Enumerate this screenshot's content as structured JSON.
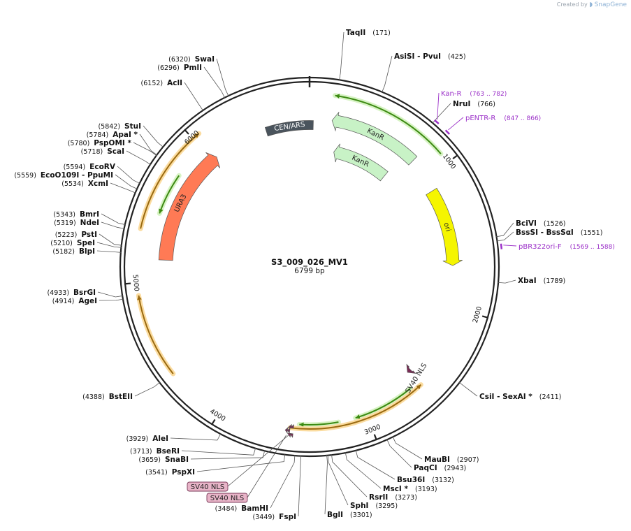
{
  "credit": {
    "prefix": "Created by",
    "brand": "SnapGene"
  },
  "plasmid": {
    "name": "S3_009_026_MV1",
    "length": "6799 bp",
    "total_bp": 6799
  },
  "colors": {
    "backbone": "#222222",
    "enzyme_line": "#555555",
    "primer": "#9b30c8",
    "primer_line": "#9b30c8",
    "cen_ars": "#4a545d",
    "kanr": "#c8f2c6",
    "ori": "#f5f500",
    "ura3": "#ff7a55",
    "orf_green": "#3c8a12",
    "orf_orange": "#9a6a10",
    "nls": "#7a2a55",
    "tag_fill": "#e8b4c8"
  },
  "ticks": [
    {
      "label": "1000",
      "bp": 1000
    },
    {
      "label": "2000",
      "bp": 2000
    },
    {
      "label": "3000",
      "bp": 3000
    },
    {
      "label": "4000",
      "bp": 4000
    },
    {
      "label": "5000",
      "bp": 5000
    },
    {
      "label": "6000",
      "bp": 6000
    }
  ],
  "enzymes": [
    {
      "name": "TaqII",
      "pos": "(171)",
      "bp": 171
    },
    {
      "name": "AsiSI  - PvuI",
      "pos": "(425)",
      "bp": 425
    },
    {
      "name": "NruI",
      "pos": "(766)",
      "bp": 766
    },
    {
      "name": "BciVI",
      "pos": "(1526)",
      "bp": 1526
    },
    {
      "name": "BssSI  - BssSαI",
      "pos": "(1551)",
      "bp": 1551
    },
    {
      "name": "XbaI",
      "pos": "(1789)",
      "bp": 1789
    },
    {
      "name": "CsiI  - SexAI *",
      "pos": "(2411)",
      "bp": 2411
    },
    {
      "name": "MauBI",
      "pos": "(2907)",
      "bp": 2907
    },
    {
      "name": "PaqCI",
      "pos": "(2943)",
      "bp": 2943
    },
    {
      "name": "Bsu36I",
      "pos": "(3132)",
      "bp": 3132
    },
    {
      "name": "MscI *",
      "pos": "(3193)",
      "bp": 3193
    },
    {
      "name": "RsrII",
      "pos": "(3273)",
      "bp": 3273
    },
    {
      "name": "SphI",
      "pos": "(3295)",
      "bp": 3295
    },
    {
      "name": "BglI",
      "pos": "(3301)",
      "bp": 3301
    },
    {
      "name": "FspI",
      "pos": "(3449)",
      "bp": 3449
    },
    {
      "name": "BamHI",
      "pos": "(3484)",
      "bp": 3484
    },
    {
      "name": "PspXI",
      "pos": "(3541)",
      "bp": 3541
    },
    {
      "name": "SnaBI",
      "pos": "(3659)",
      "bp": 3659
    },
    {
      "name": "BseRI",
      "pos": "(3713)",
      "bp": 3713
    },
    {
      "name": "AleI",
      "pos": "(3929)",
      "bp": 3929
    },
    {
      "name": "BstEII",
      "pos": "(4388)",
      "bp": 4388
    },
    {
      "name": "AgeI",
      "pos": "(4914)",
      "bp": 4914
    },
    {
      "name": "BsrGI",
      "pos": "(4933)",
      "bp": 4933
    },
    {
      "name": "BlpI",
      "pos": "(5182)",
      "bp": 5182
    },
    {
      "name": "SpeI",
      "pos": "(5210)",
      "bp": 5210
    },
    {
      "name": "PstI",
      "pos": "(5223)",
      "bp": 5223
    },
    {
      "name": "NdeI",
      "pos": "(5319)",
      "bp": 5319
    },
    {
      "name": "BmrI",
      "pos": "(5343)",
      "bp": 5343
    },
    {
      "name": "XcmI",
      "pos": "(5534)",
      "bp": 5534
    },
    {
      "name": "EcoO109I  - PpuMI",
      "pos": "(5559)",
      "bp": 5559
    },
    {
      "name": "EcoRV",
      "pos": "(5594)",
      "bp": 5594
    },
    {
      "name": "ScaI",
      "pos": "(5718)",
      "bp": 5718
    },
    {
      "name": "PspOMI *",
      "pos": "(5780)",
      "bp": 5780
    },
    {
      "name": "ApaI *",
      "pos": "(5784)",
      "bp": 5784
    },
    {
      "name": "StuI",
      "pos": "(5842)",
      "bp": 5842
    },
    {
      "name": "AclI",
      "pos": "(6152)",
      "bp": 6152
    },
    {
      "name": "PmlI",
      "pos": "(6296)",
      "bp": 6296
    },
    {
      "name": "SwaI",
      "pos": "(6320)",
      "bp": 6320
    }
  ],
  "primers": [
    {
      "name": "Kan-R",
      "range": "(763 .. 782)",
      "start": 763,
      "end": 782
    },
    {
      "name": "pENTR-R",
      "range": "(847 .. 866)",
      "start": 847,
      "end": 866
    },
    {
      "name": "pBR322ori-F",
      "range": "(1569 .. 1588)",
      "start": 1569,
      "end": 1588
    }
  ],
  "features": [
    {
      "name": "CEN/ARS",
      "start": 6465,
      "end": 6799,
      "dir": 0,
      "type": "cen"
    },
    {
      "name": "KanR",
      "start": 165,
      "end": 835,
      "dir": -1,
      "type": "kanr"
    },
    {
      "name": "KanR",
      "start": 225,
      "end": 745,
      "dir": -1,
      "type": "kanr"
    },
    {
      "name": "ori",
      "start": 1100,
      "end": 1690,
      "dir": 1,
      "type": "ori"
    },
    {
      "name": "URA3",
      "start": 5150,
      "end": 6040,
      "dir": 1,
      "type": "ura3"
    },
    {
      "name": "SV40 NLS",
      "start": 2560,
      "end": 2590,
      "dir": 1,
      "type": "nls"
    },
    {
      "name": "SV40 NLS",
      "start": 3530,
      "end": 3545,
      "dir": 1,
      "type": "nls"
    },
    {
      "name": "SV40 NLS",
      "start": 3545,
      "end": 3560,
      "dir": 1,
      "type": "nls"
    }
  ],
  "orfs": [
    {
      "start": 160,
      "end": 930,
      "dir": -1,
      "color": "green"
    },
    {
      "start": 5340,
      "end": 6050,
      "dir": 1,
      "color": "orange"
    },
    {
      "start": 5470,
      "end": 5760,
      "dir": -1,
      "color": "green"
    },
    {
      "start": 4380,
      "end": 4920,
      "dir": 1,
      "color": "orange"
    },
    {
      "start": 2650,
      "end": 3080,
      "dir": 1,
      "color": "green"
    },
    {
      "start": 3200,
      "end": 3470,
      "dir": 1,
      "color": "green"
    },
    {
      "start": 2580,
      "end": 3530,
      "dir": -1,
      "color": "orange"
    }
  ],
  "tags": [
    {
      "label": "SV40 NLS"
    },
    {
      "label": "SV40 NLS"
    }
  ]
}
